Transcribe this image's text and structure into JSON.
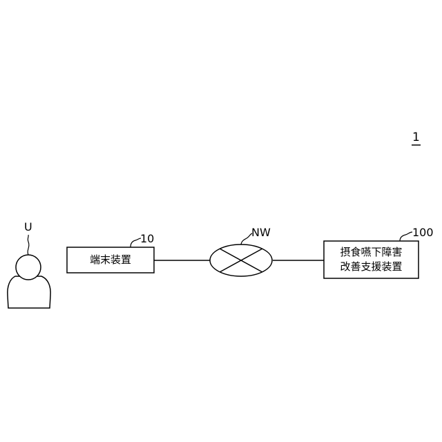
{
  "figure_label": "1",
  "user": {
    "ref": "U"
  },
  "terminal": {
    "ref": "10",
    "label": "端末装置"
  },
  "network": {
    "ref": "NW"
  },
  "support_device": {
    "ref": "100",
    "label_line1": "摂食嚥下障害",
    "label_line2": "改善支援装置"
  }
}
